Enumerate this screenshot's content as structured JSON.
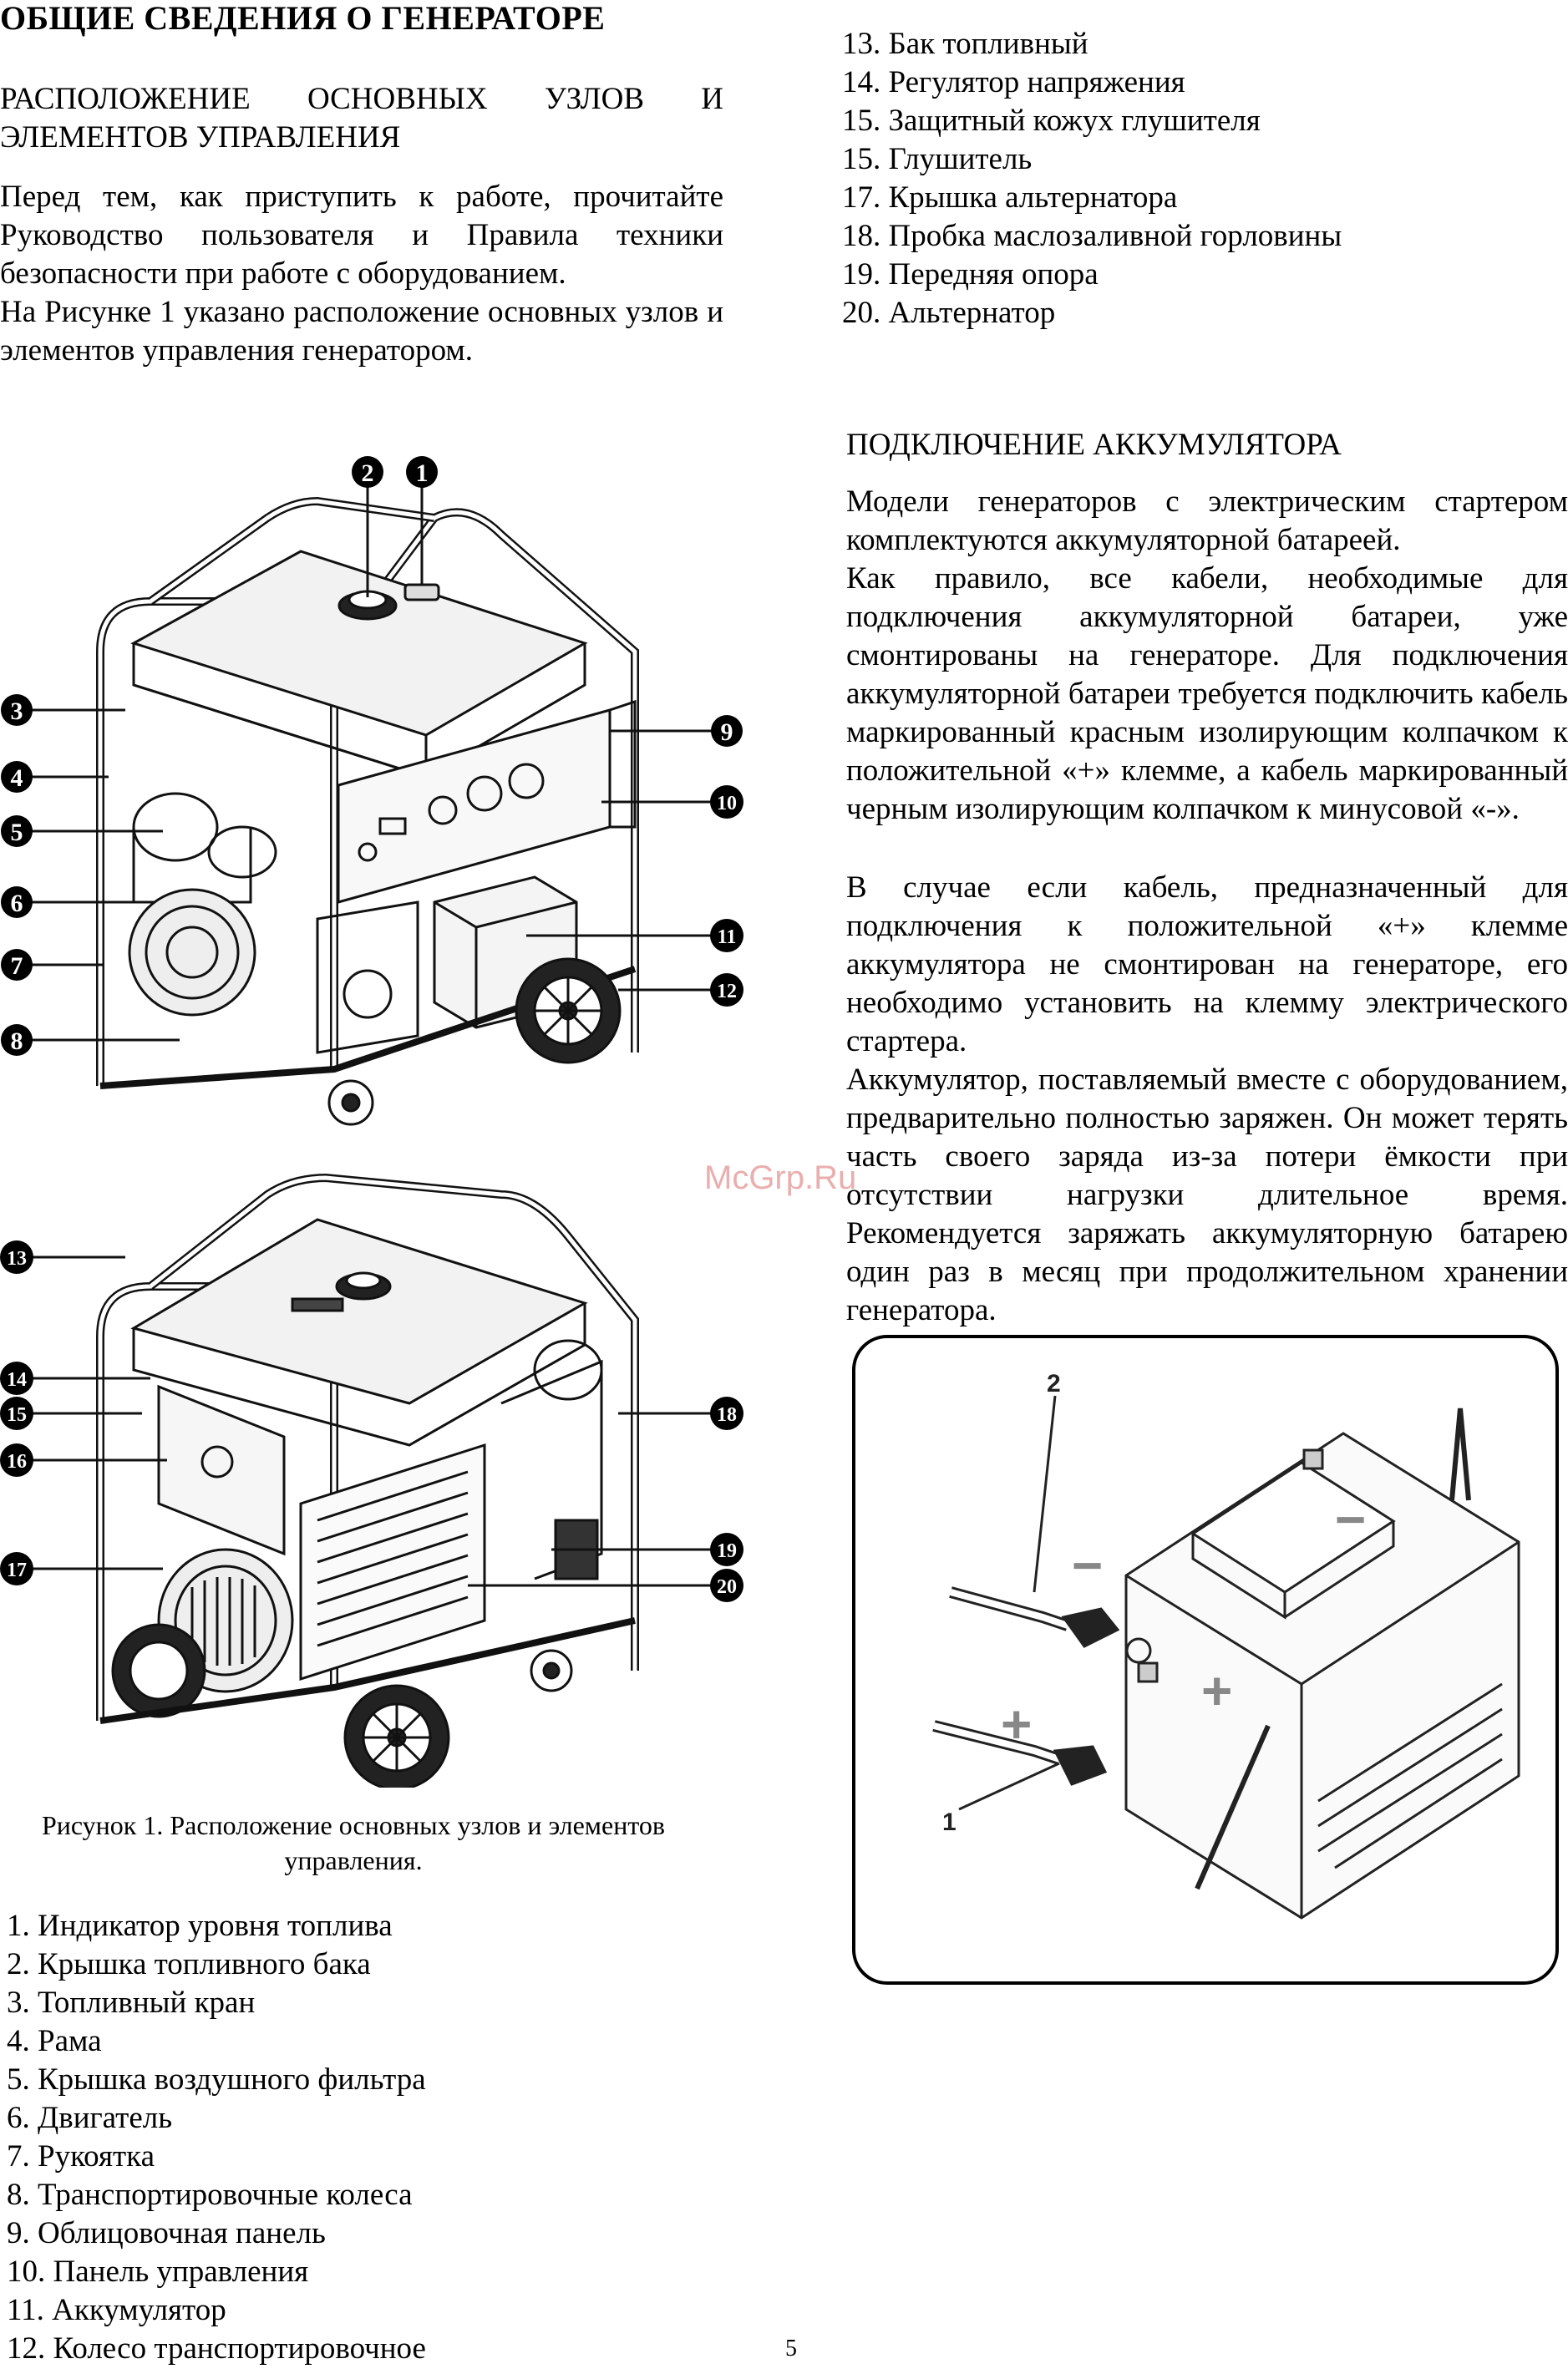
{
  "title": "ОБЩИЕ СВЕДЕНИЯ О ГЕНЕРАТОРЕ",
  "section1": {
    "heading": "РАСПОЛОЖЕНИЕ ОСНОВНЫХ УЗЛОВ И ЭЛЕМЕНТОВ УПРАВЛЕНИЯ",
    "para1": "Перед тем, как приступить к работе, прочитайте Руководство пользователя и Правила техники безопасности при работе с оборудованием.",
    "para2": "На Рисунке 1 указано расположение основных узлов и элементов управления генератором."
  },
  "figure1": {
    "caption_line1": "Рисунок 1. Расположение основных узлов и элементов",
    "caption_line2": "управления.",
    "callouts_top": [
      "2",
      "1",
      "3",
      "4",
      "5",
      "6",
      "7",
      "8",
      "9",
      "10",
      "11",
      "12"
    ],
    "callouts_bottom": [
      "13",
      "14",
      "15",
      "16",
      "17",
      "18",
      "19",
      "20"
    ]
  },
  "parts_list_left": [
    "1. Индикатор уровня топлива",
    "2. Крышка топливного бака",
    "3. Топливный кран",
    "4. Рама",
    "5. Крышка воздушного фильтра",
    "6. Двигатель",
    "7. Рукоятка",
    "8. Транспортировочные колеса",
    "9. Облицовочная панель",
    "10. Панель управления",
    "11. Аккумулятор",
    "12. Колесо транспортировочное"
  ],
  "parts_list_right": [
    "13. Бак топливный",
    "14. Регулятор напряжения",
    "15. Защитный кожух глушителя",
    "15. Глушитель",
    "17. Крышка альтернатора",
    "18. Пробка маслозаливной горловины",
    "19. Передняя опора",
    "20. Альтернатор"
  ],
  "section2": {
    "heading": "ПОДКЛЮЧЕНИЕ АККУМУЛЯТОРА",
    "para1": "Модели генераторов с электрическим стартером комплектуются аккумуляторной батареей.",
    "para2": "Как правило, все кабели, необходимые для подключения аккумуляторной батареи, уже смонтированы на генераторе. Для подключения аккумуляторной батареи требуется подключить кабель маркированный красным изолирующим колпачком к положительной «+» клемме, а кабель маркированный черным изолирующим колпачком к минусовой «-».",
    "para3": "В случае если кабель, предназначенный для подключения к положительной «+» клемме аккумулятора не смонтирован на генераторе, его необходимо установить на клемму электрического стартера.",
    "para4": "Аккумулятор, поставляемый вместе с оборудованием, предварительно полностью заряжен. Он может терять часть своего заряда из-за потери ёмкости при отсутствии нагрузки длительное время. Рекомендуется заряжать аккумуляторную батарею один раз в месяц при продолжительном хранении генератора."
  },
  "battery_figure": {
    "label_1": "1",
    "label_2": "2",
    "minus": "−",
    "plus": "+"
  },
  "watermark": "McGrp.Ru",
  "page_number": "5"
}
